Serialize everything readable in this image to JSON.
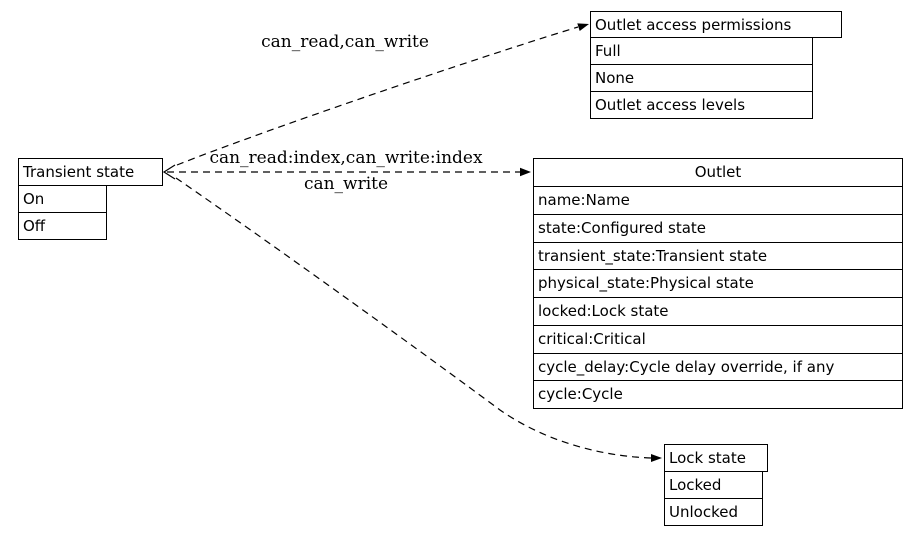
{
  "colors": {
    "background": "#ffffff",
    "line": "#000000",
    "text": "#000000"
  },
  "nodes": {
    "transient_state": {
      "title": "Transient state",
      "rows": [
        "On",
        "Off"
      ]
    },
    "outlet_access_permissions": {
      "title": "Outlet access permissions",
      "rows": [
        "Full",
        "None",
        "Outlet access levels"
      ]
    },
    "outlet": {
      "title": "Outlet",
      "rows": [
        "name:Name",
        "state:Configured state",
        "transient_state:Transient state",
        "physical_state:Physical state",
        "locked:Lock state",
        "critical:Critical",
        "cycle_delay:Cycle delay override, if any",
        "cycle:Cycle"
      ]
    },
    "lock_state": {
      "title": "Lock state",
      "rows": [
        "Locked",
        "Unlocked"
      ]
    }
  },
  "edges": [
    {
      "label": "can_read,can_write",
      "target": "Outlet access permissions"
    },
    {
      "label": "can_read:index,can_write:index",
      "target": "Outlet"
    },
    {
      "label": "can_write",
      "target": "Outlet"
    },
    {
      "label": "",
      "target": "Lock state"
    }
  ]
}
